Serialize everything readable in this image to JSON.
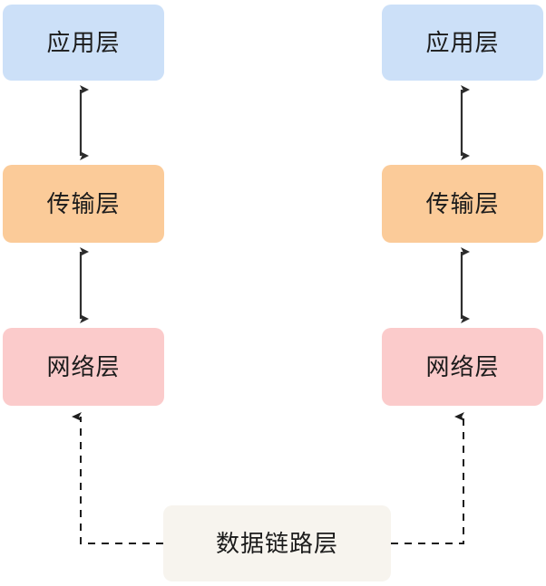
{
  "diagram": {
    "title": "network-layer-stack",
    "type": "layered-protocol-stack",
    "background_color": "#ffffff",
    "text_color": "#1b1b1b",
    "connector_color": "#333333",
    "columns": [
      {
        "id": "host-left",
        "nodes": [
          {
            "id": "app-left",
            "label": "应用层",
            "color": "#cce0f8"
          },
          {
            "id": "transport-left",
            "label": "传输层",
            "color": "#fbcb99"
          },
          {
            "id": "network-left",
            "label": "网络层",
            "color": "#fbcbcb"
          }
        ]
      },
      {
        "id": "host-right",
        "nodes": [
          {
            "id": "app-right",
            "label": "应用层",
            "color": "#cce0f8"
          },
          {
            "id": "transport-right",
            "label": "传输层",
            "color": "#fbcb99"
          },
          {
            "id": "network-right",
            "label": "网络层",
            "color": "#fbcbcb"
          }
        ]
      }
    ],
    "shared_node": {
      "id": "datalink",
      "label": "数据链路层",
      "color": "#f7f4ee"
    },
    "edges": [
      {
        "id": "edge-app-transport-left",
        "from": "app-left",
        "to": "transport-left",
        "style": "solid",
        "arrow": "both"
      },
      {
        "id": "edge-transport-network-left",
        "from": "transport-left",
        "to": "network-left",
        "style": "solid",
        "arrow": "both"
      },
      {
        "id": "edge-app-transport-right",
        "from": "app-right",
        "to": "transport-right",
        "style": "solid",
        "arrow": "both"
      },
      {
        "id": "edge-transport-network-right",
        "from": "transport-right",
        "to": "network-right",
        "style": "solid",
        "arrow": "both"
      },
      {
        "id": "edge-datalink-network-left",
        "from": "datalink",
        "to": "network-left",
        "style": "dashed",
        "arrow": "end"
      },
      {
        "id": "edge-datalink-network-right",
        "from": "datalink",
        "to": "network-right",
        "style": "dashed",
        "arrow": "end"
      }
    ]
  }
}
